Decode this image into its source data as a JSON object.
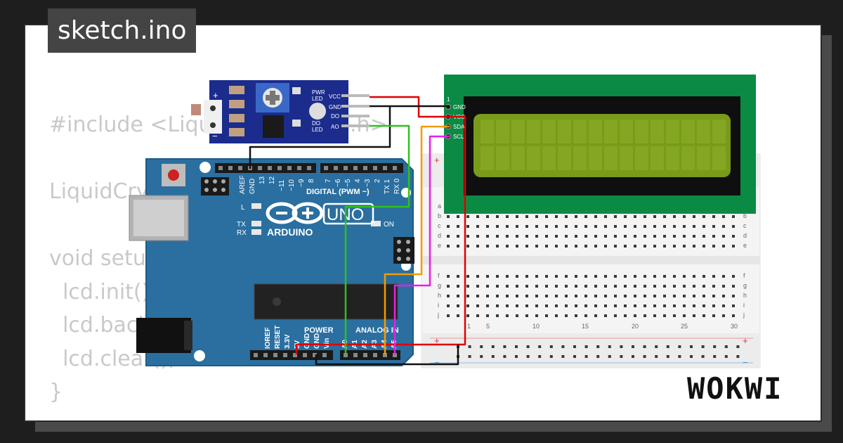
{
  "title": "sketch.ino",
  "code_lines": [
    "#include <LiquidCrystal_I2C.h>",
    "",
    "LiquidCrystal_I2C lcd(0x27, 16, 2);",
    "",
    "void setup() {",
    "  lcd.init();",
    "  lcd.backlight();",
    "  lcd.clear();",
    "}"
  ],
  "brand": "WOKWI",
  "sensor": {
    "plus": "+",
    "minus": "−",
    "pwr_led": [
      "PWR",
      "LED"
    ],
    "do_led": [
      "DO",
      "LED"
    ],
    "pins": [
      "VCC",
      "GND",
      "DO",
      "AO"
    ]
  },
  "arduino": {
    "aref": "AREF",
    "gnd": "GND",
    "digital_pins": [
      "13",
      "12",
      "~11",
      "~10",
      "~9",
      "8",
      "7",
      "~6",
      "~5",
      "4",
      "~3",
      "2",
      "TX 1",
      "RX 0"
    ],
    "digital_label": "DIGITAL (PWM ~)",
    "l": "L",
    "tx": "TX",
    "rx": "RX",
    "brand": "ARDUINO",
    "model": "UNO",
    "on": "ON",
    "power_label": "POWER",
    "analog_label": "ANALOG IN",
    "power_pins": [
      "IOREF",
      "RESET",
      "3.3V",
      "5V",
      "GND",
      "GND",
      "Vin"
    ],
    "analog_pins": [
      "A0",
      "A1",
      "A2",
      "A3",
      "A4",
      "A5"
    ]
  },
  "lcd": {
    "pin1": "1",
    "pins": [
      "GND",
      "VCC",
      "SDA",
      "SCL"
    ]
  },
  "breadboard": {
    "rows_top": [
      "a",
      "b",
      "c",
      "d",
      "e"
    ],
    "rows_bottom": [
      "f",
      "g",
      "h",
      "i",
      "j"
    ],
    "columns": [
      "1",
      "5",
      "10",
      "15",
      "20",
      "25",
      "30"
    ],
    "plus": "+",
    "minus": "−"
  },
  "wire_colors": {
    "red": "#e00000",
    "black": "#111111",
    "green": "#2ec21c",
    "orange": "#f59b00",
    "magenta": "#e81ee8"
  }
}
